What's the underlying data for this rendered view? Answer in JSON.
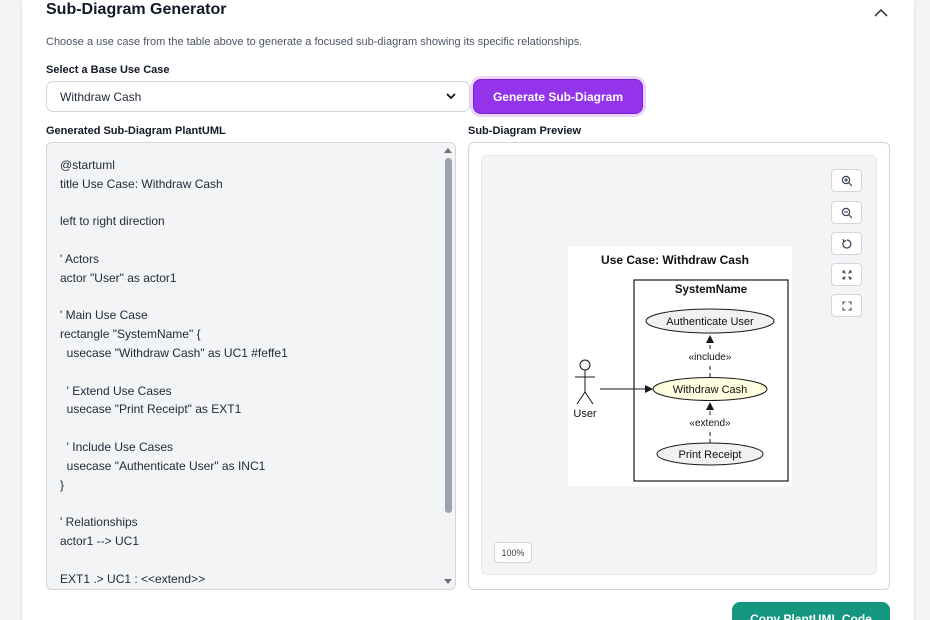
{
  "section": {
    "title": "Sub-Diagram Generator",
    "description": "Choose a use case from the table above to generate a focused sub-diagram showing its specific relationships."
  },
  "select": {
    "label": "Select a Base Use Case",
    "value": "Withdraw Cash"
  },
  "generate_button": "Generate Sub-Diagram",
  "code_panel": {
    "label": "Generated Sub-Diagram PlantUML",
    "lines": [
      "@startuml",
      "title Use Case: Withdraw Cash",
      "",
      "left to right direction",
      "",
      "' Actors",
      "actor \"User\" as actor1",
      "",
      "' Main Use Case",
      "rectangle \"SystemName\" {",
      "  usecase \"Withdraw Cash\" as UC1 #feffe1",
      "",
      "  ' Extend Use Cases",
      "  usecase \"Print Receipt\" as EXT1",
      "",
      "  ' Include Use Cases",
      "  usecase \"Authenticate User\" as INC1",
      "}",
      "",
      "' Relationships",
      "actor1 --> UC1",
      "",
      "EXT1 .> UC1 : <<extend>>"
    ]
  },
  "preview": {
    "label": "Sub-Diagram Preview",
    "zoom": "100%",
    "tools": [
      "zoom-in-icon",
      "zoom-out-icon",
      "reset-icon",
      "fit-icon",
      "fullscreen-icon"
    ],
    "diagram": {
      "title": "Use Case: Withdraw Cash",
      "system": "SystemName",
      "actor": "User",
      "use_cases": {
        "include": "Authenticate User",
        "main": "Withdraw Cash",
        "extend": "Print Receipt"
      },
      "include_label": "«include»",
      "extend_label": "«extend»"
    }
  },
  "copy_button": "Copy PlantUML Code",
  "colors": {
    "accent": "#9333ea",
    "copy": "#14967f",
    "main_use_case_fill": "#feffe1"
  }
}
